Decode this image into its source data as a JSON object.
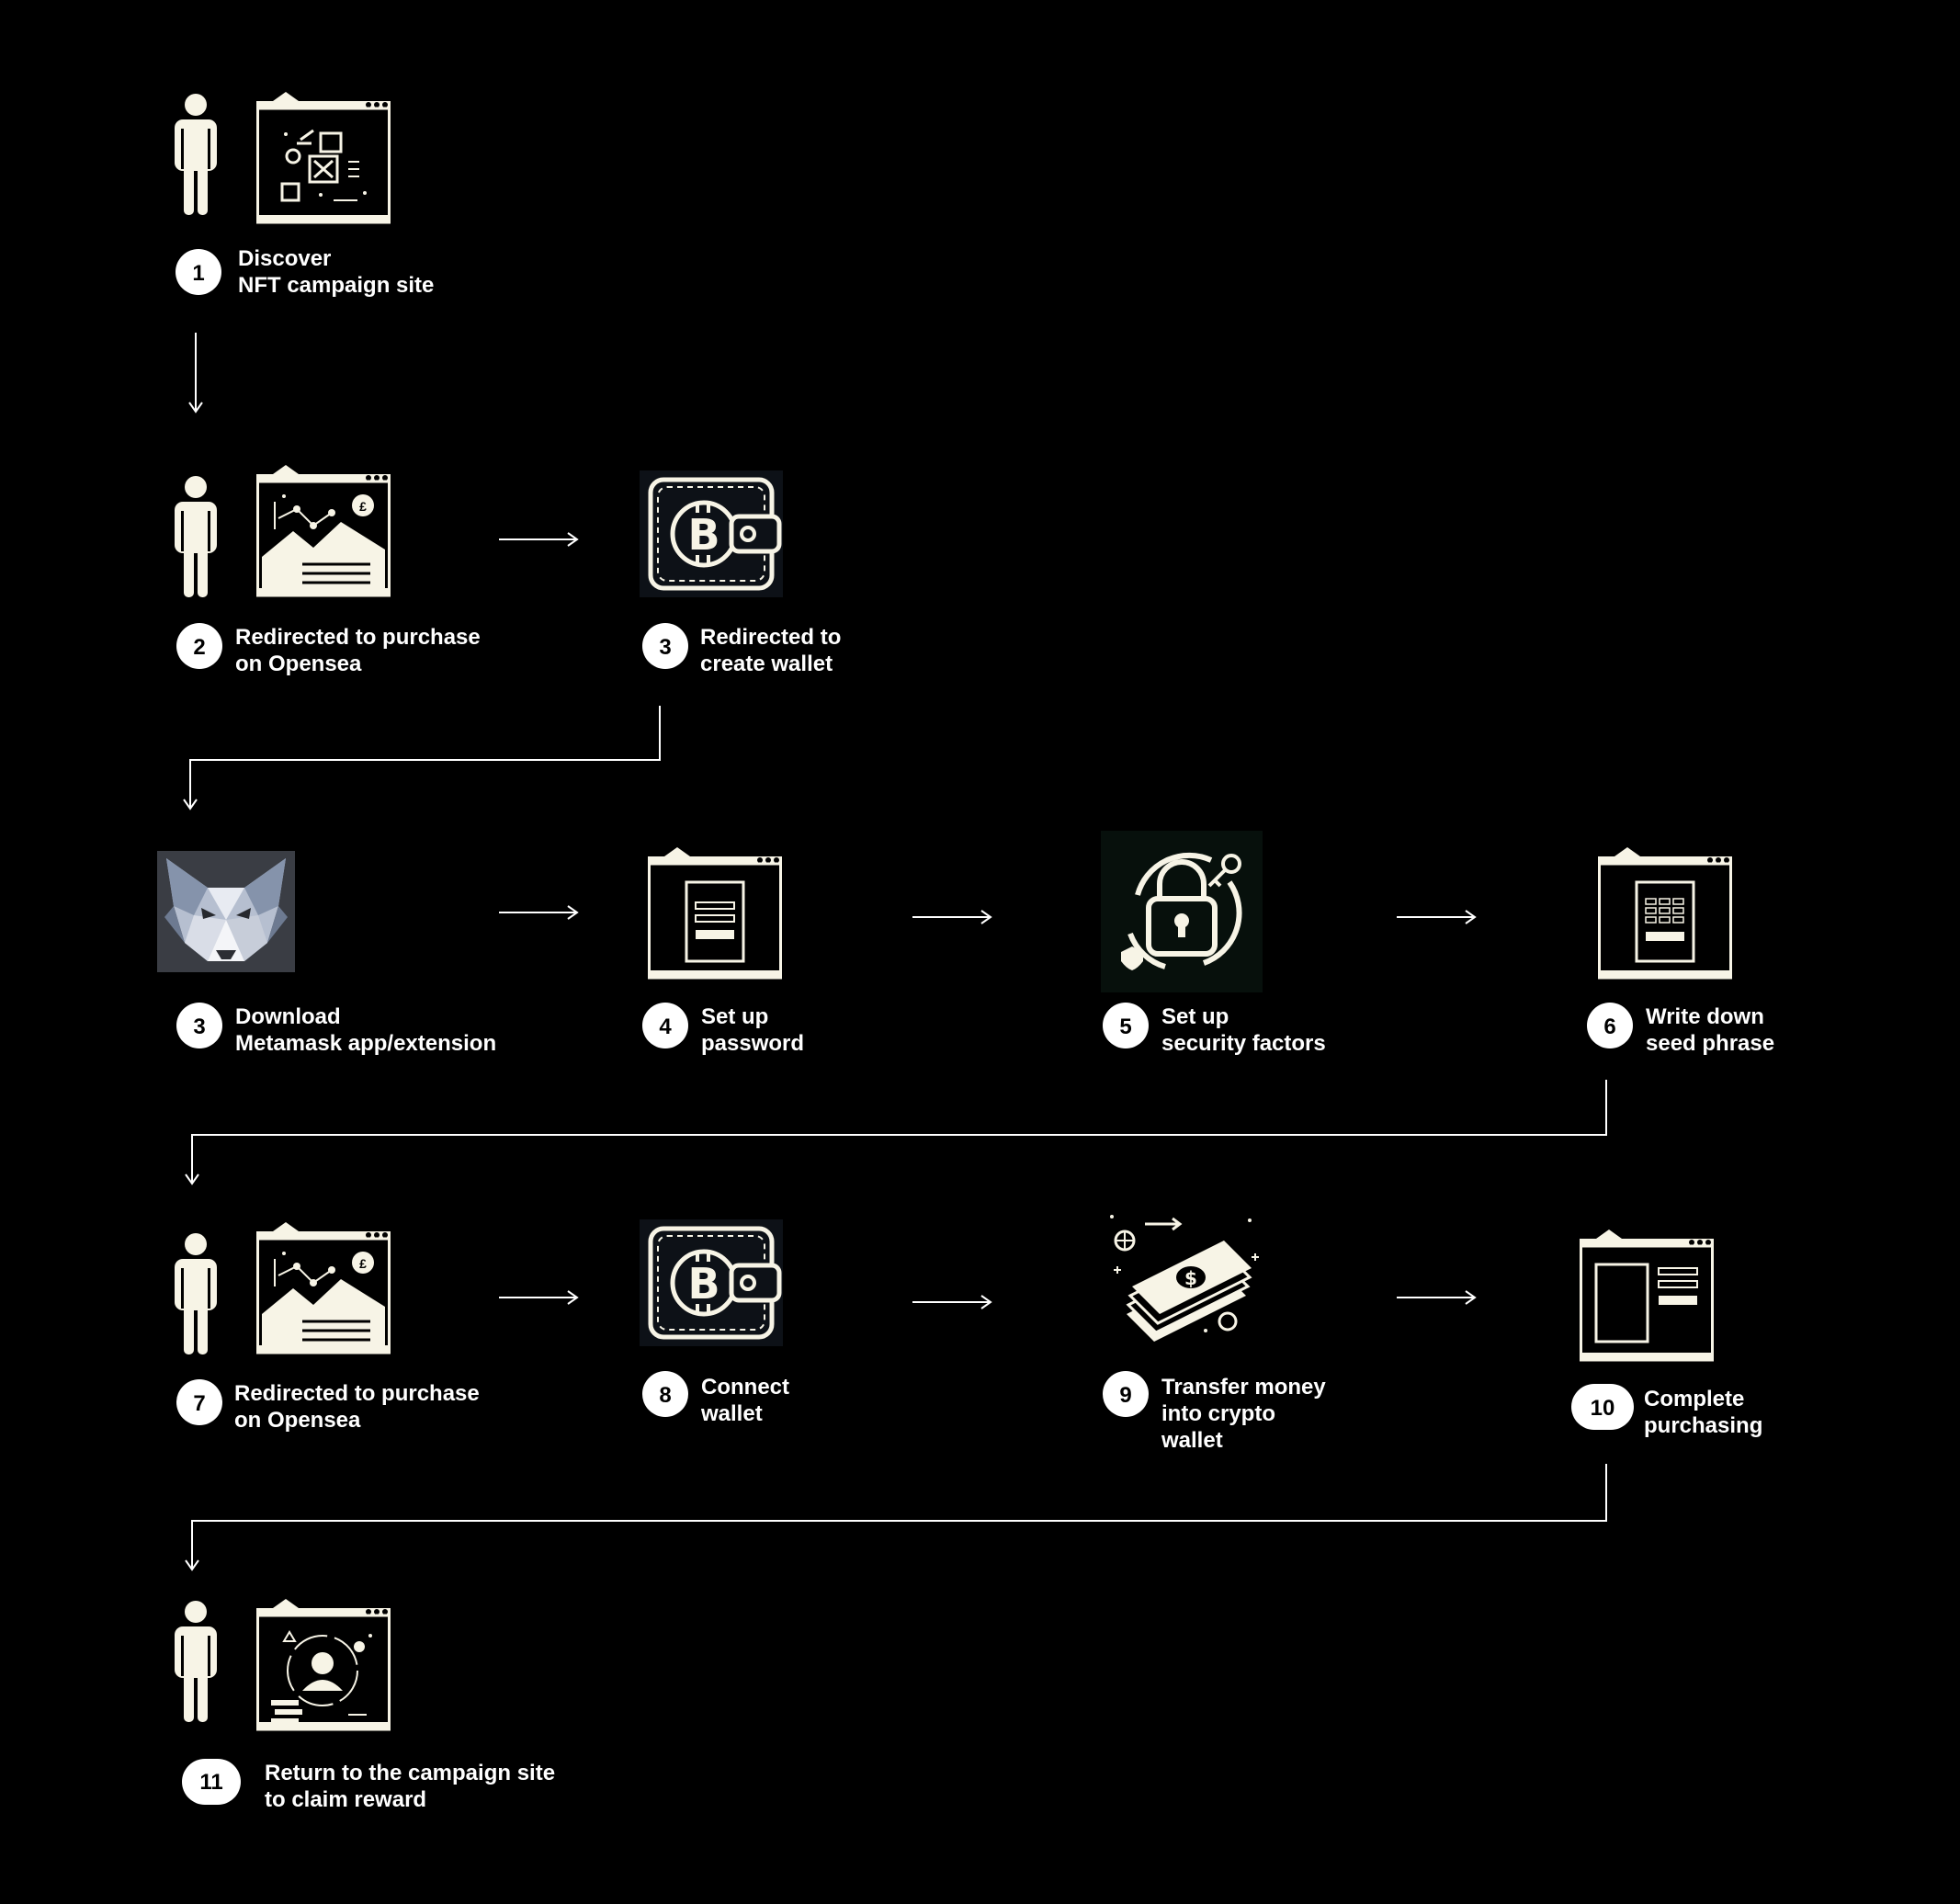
{
  "colors": {
    "background": "#000000",
    "line": "#ffffff",
    "icon_ink": "#f7f4e6",
    "badge_fill": "#ffffff",
    "badge_text": "#000000",
    "label_text": "#ffffff"
  },
  "steps": [
    {
      "number": "1",
      "line1": "Discover",
      "line2": "NFT campaign site",
      "line3": "",
      "icon": "person-browser-nft-icon"
    },
    {
      "number": "2",
      "line1": "Redirected to purchase",
      "line2": "on Opensea",
      "line3": "",
      "icon": "person-browser-marketplace-icon"
    },
    {
      "number": "3",
      "line1": "Redirected to",
      "line2": "create wallet",
      "line3": "",
      "icon": "bitcoin-wallet-icon"
    },
    {
      "number": "3",
      "line1": "Download",
      "line2": "Metamask app/extension",
      "line3": "",
      "icon": "metamask-fox-icon"
    },
    {
      "number": "4",
      "line1": "Set up",
      "line2": "password",
      "line3": "",
      "icon": "browser-password-form-icon"
    },
    {
      "number": "5",
      "line1": "Set up",
      "line2": "security factors",
      "line3": "",
      "icon": "padlock-key-icon"
    },
    {
      "number": "6",
      "line1": "Write down",
      "line2": "seed phrase",
      "line3": "",
      "icon": "browser-seed-grid-icon"
    },
    {
      "number": "7",
      "line1": "Redirected to purchase",
      "line2": "on Opensea",
      "line3": "",
      "icon": "person-browser-marketplace-icon"
    },
    {
      "number": "8",
      "line1": "Connect",
      "line2": "wallet",
      "line3": "",
      "icon": "bitcoin-wallet-icon"
    },
    {
      "number": "9",
      "line1": "Transfer money",
      "line2": "into crypto",
      "line3": "wallet",
      "icon": "money-stack-icon"
    },
    {
      "number": "10",
      "line1": "Complete",
      "line2": "purchasing",
      "line3": "",
      "icon": "browser-checkout-icon"
    },
    {
      "number": "11",
      "line1": "Return to the campaign site",
      "line2": "to claim reward",
      "line3": "",
      "icon": "person-browser-reward-icon"
    }
  ]
}
